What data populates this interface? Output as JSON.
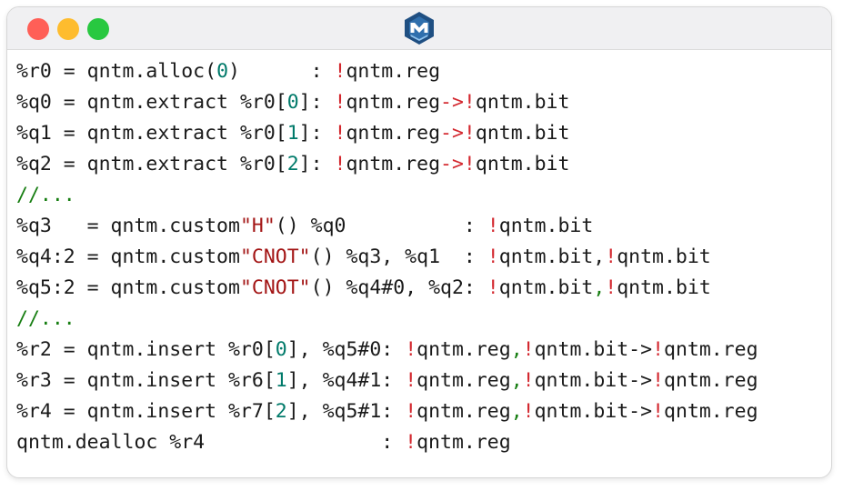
{
  "window": {
    "colors": {
      "close": "#ff5f57",
      "minimize": "#febc2e",
      "maximize": "#28c840"
    },
    "logo_icon": "hexagon-m-logo-icon"
  },
  "colors": {
    "plain": "#1a1a1a",
    "number": "#007a6a",
    "type_marker": "#d3272e",
    "string": "#a31515",
    "comment": "#177e12"
  },
  "code": {
    "lines": [
      [
        {
          "t": "%r0 = qntm.alloc(",
          "c": "plain"
        },
        {
          "t": "0",
          "c": "number"
        },
        {
          "t": ")      : ",
          "c": "plain"
        },
        {
          "t": "!",
          "c": "type_marker"
        },
        {
          "t": "qntm.reg",
          "c": "plain"
        }
      ],
      [
        {
          "t": "%q0 = qntm.extract %r0[",
          "c": "plain"
        },
        {
          "t": "0",
          "c": "number"
        },
        {
          "t": "]: ",
          "c": "plain"
        },
        {
          "t": "!",
          "c": "type_marker"
        },
        {
          "t": "qntm.reg",
          "c": "plain"
        },
        {
          "t": "->!",
          "c": "type_marker"
        },
        {
          "t": "qntm.bit",
          "c": "plain"
        }
      ],
      [
        {
          "t": "%q1 = qntm.extract %r0[",
          "c": "plain"
        },
        {
          "t": "1",
          "c": "number"
        },
        {
          "t": "]: ",
          "c": "plain"
        },
        {
          "t": "!",
          "c": "type_marker"
        },
        {
          "t": "qntm.reg",
          "c": "plain"
        },
        {
          "t": "->!",
          "c": "type_marker"
        },
        {
          "t": "qntm.bit",
          "c": "plain"
        }
      ],
      [
        {
          "t": "%q2 = qntm.extract %r0[",
          "c": "plain"
        },
        {
          "t": "2",
          "c": "number"
        },
        {
          "t": "]: ",
          "c": "plain"
        },
        {
          "t": "!",
          "c": "type_marker"
        },
        {
          "t": "qntm.reg",
          "c": "plain"
        },
        {
          "t": "->!",
          "c": "type_marker"
        },
        {
          "t": "qntm.bit",
          "c": "plain"
        }
      ],
      [
        {
          "t": "//...",
          "c": "comment"
        }
      ],
      [
        {
          "t": "%q3   = qntm.custom",
          "c": "plain"
        },
        {
          "t": "\"H\"",
          "c": "string"
        },
        {
          "t": "() %q0          : ",
          "c": "plain"
        },
        {
          "t": "!",
          "c": "type_marker"
        },
        {
          "t": "qntm.bit",
          "c": "plain"
        }
      ],
      [
        {
          "t": "%q4:2 = qntm.custom",
          "c": "plain"
        },
        {
          "t": "\"CNOT\"",
          "c": "string"
        },
        {
          "t": "() %q3, %q1  : ",
          "c": "plain"
        },
        {
          "t": "!",
          "c": "type_marker"
        },
        {
          "t": "qntm.bit,",
          "c": "plain"
        },
        {
          "t": "!",
          "c": "type_marker"
        },
        {
          "t": "qntm.bit",
          "c": "plain"
        }
      ],
      [
        {
          "t": "%q5:2 = qntm.custom",
          "c": "plain"
        },
        {
          "t": "\"CNOT\"",
          "c": "string"
        },
        {
          "t": "() %q4#0, %q2: ",
          "c": "plain"
        },
        {
          "t": "!",
          "c": "type_marker"
        },
        {
          "t": "qntm.bit",
          "c": "plain"
        },
        {
          "t": ",",
          "c": "comment"
        },
        {
          "t": "!",
          "c": "type_marker"
        },
        {
          "t": "qntm.bit",
          "c": "plain"
        }
      ],
      [
        {
          "t": "//...",
          "c": "comment"
        }
      ],
      [
        {
          "t": "%r2 = qntm.insert %r0[",
          "c": "plain"
        },
        {
          "t": "0",
          "c": "number"
        },
        {
          "t": "], %q5#0: ",
          "c": "plain"
        },
        {
          "t": "!",
          "c": "type_marker"
        },
        {
          "t": "qntm.reg",
          "c": "plain"
        },
        {
          "t": ",",
          "c": "comment"
        },
        {
          "t": "!",
          "c": "type_marker"
        },
        {
          "t": "qntm.bit->",
          "c": "plain"
        },
        {
          "t": "!",
          "c": "type_marker"
        },
        {
          "t": "qntm.reg",
          "c": "plain"
        }
      ],
      [
        {
          "t": "%r3 = qntm.insert %r6[",
          "c": "plain"
        },
        {
          "t": "1",
          "c": "number"
        },
        {
          "t": "], %q4#1: ",
          "c": "plain"
        },
        {
          "t": "!",
          "c": "type_marker"
        },
        {
          "t": "qntm.reg",
          "c": "plain"
        },
        {
          "t": ",",
          "c": "comment"
        },
        {
          "t": "!",
          "c": "type_marker"
        },
        {
          "t": "qntm.bit->",
          "c": "plain"
        },
        {
          "t": "!",
          "c": "type_marker"
        },
        {
          "t": "qntm.reg",
          "c": "plain"
        }
      ],
      [
        {
          "t": "%r4 = qntm.insert %r7[",
          "c": "plain"
        },
        {
          "t": "2",
          "c": "number"
        },
        {
          "t": "], %q5#1: ",
          "c": "plain"
        },
        {
          "t": "!",
          "c": "type_marker"
        },
        {
          "t": "qntm.reg",
          "c": "plain"
        },
        {
          "t": ",",
          "c": "comment"
        },
        {
          "t": "!",
          "c": "type_marker"
        },
        {
          "t": "qntm.bit->",
          "c": "plain"
        },
        {
          "t": "!",
          "c": "type_marker"
        },
        {
          "t": "qntm.reg",
          "c": "plain"
        }
      ],
      [
        {
          "t": "qntm.dealloc %r4               : ",
          "c": "plain"
        },
        {
          "t": "!",
          "c": "type_marker"
        },
        {
          "t": "qntm.reg",
          "c": "plain"
        }
      ]
    ]
  }
}
